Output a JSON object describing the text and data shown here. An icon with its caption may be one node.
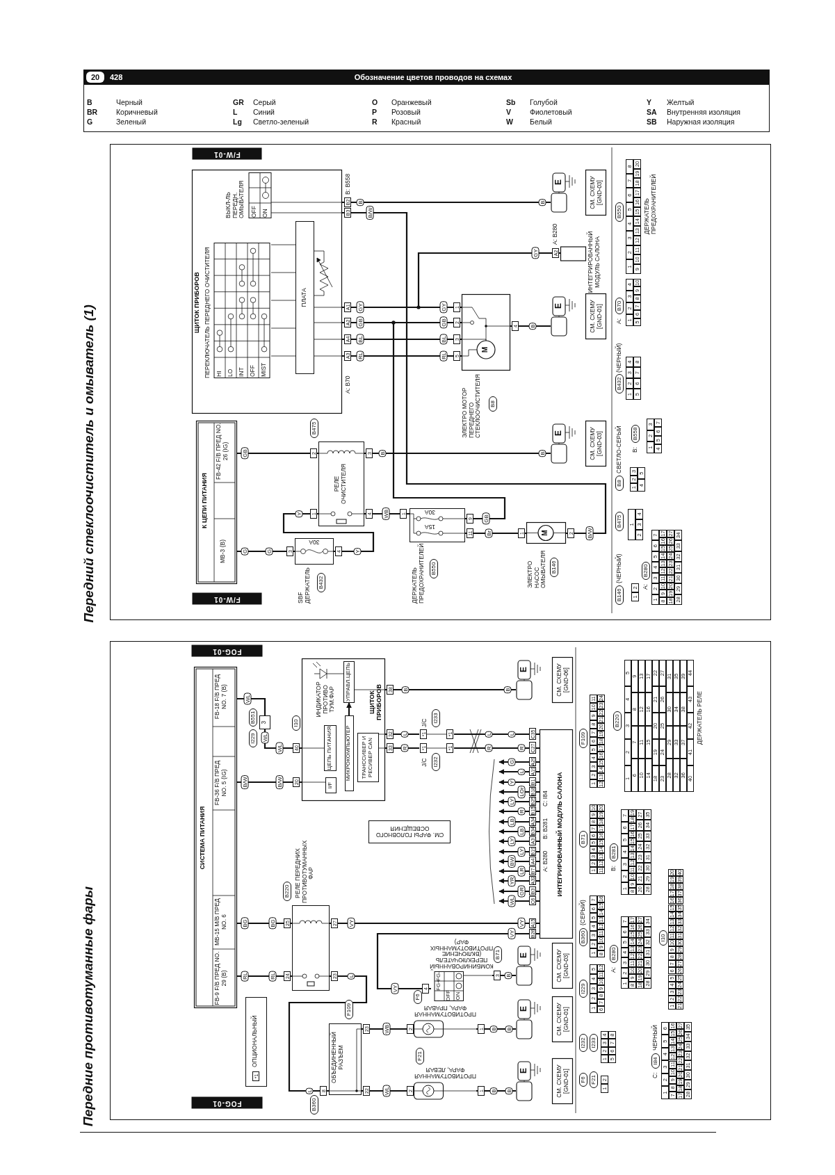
{
  "diagram": {
    "nodes": [
      {
        "text": [
          "ЩИТОК ПРИБОРОВ"
        ],
        "beside": [
          "B: B558",
          "B2",
          "B3",
          "A1",
          "A2",
          "A4",
          "A3",
          "A: B70"
        ]
      },
      {
        "text": [
          "ПЕРЕКЛЮЧАТЕЛЬ ПЕРЕДНЕГО ОЧИСТИТЕЛЯ",
          "HI",
          "LO",
          "INT",
          "OFF",
          "MIST"
        ],
        "in": 0
      },
      {
        "text": [
          "ВЫКЛ-ЛЬ ПЕРЕДН. ОМЫВАТЕЛЯ",
          "OFF",
          "ON"
        ],
        "in": 0
      },
      {
        "text": [
          "ПЛАТА"
        ],
        "in": 0
      },
      {
        "text": [
          "К ЦЕПИ ПИТАНИЯ",
          "MB-3 (B)",
          "FB-42 F/B ПРЕД NO. 26 (IG)"
        ]
      },
      {
        "text": [
          "30A"
        ],
        "beside": [
          "SBF ДЕРЖАТЕЛЬ",
          "B432",
          "3",
          "4"
        ]
      },
      {
        "text": [
          "РЕЛЕ ОЧИСТИТЕЛЯ"
        ],
        "beside": [
          "B475",
          "2",
          "1",
          "3",
          "4"
        ]
      },
      {
        "text": [
          "15A",
          "30A"
        ],
        "beside": [
          "ДЕРЖАТЕЛЬ ПРЕДОХРАНИТЕЛЕЙ",
          "B550",
          "1",
          "11",
          "9"
        ]
      },
      {
        "text": [
          "M"
        ],
        "beside": [
          "ЭЛЕКТРО МОТОР ПЕРЕДНЕГО СТЕКЛООЧИСТИТЕЛЯ",
          "B8",
          "1",
          "2",
          "3",
          "5",
          "4"
        ]
      },
      {
        "text": [
          "M"
        ],
        "beside": [
          "ЭЛЕКТРО НАСОС ОМЫВАТЕЛЯ",
          "B146",
          "1",
          "2"
        ]
      },
      {
        "text": [
          "E"
        ]
      },
      {
        "text": [
          "СМ. СХЕМУ [GND-03]"
        ]
      },
      {
        "text": [
          "ИНТЕГРИРОВАННЫЙ МОДУЛЬ САЛОНА"
        ],
        "beside": [
          "A: B280",
          "A2"
        ]
      },
      {
        "text": [
          "E"
        ]
      },
      {
        "text": [
          "СМ. СХЕМУ [GND-01]"
        ]
      },
      {
        "text": [
          "E"
        ]
      },
      {
        "text": [
          "СМ. СХЕМУ [GND-03]"
        ]
      },
      {
        "text": [
          "СИСТЕМА ПИТАНИЯ",
          "FB-9 F/B ПРЕД NO. 29 (B)",
          "MB-15 M/B ПРЕД NO. 6",
          "FB-36 F/B ПРЕД NO. 5 (IG)",
          "FB-18 F/B ПРЕД NO. 7 (B)"
        ]
      },
      {
        "text": [
          "*1",
          "ОПЦИОНАЛЬНЫЙ"
        ]
      },
      {
        "text": [
          "3"
        ],
        "beside": [
          "I229",
          "B551"
        ]
      },
      {
        "text": [
          "ЩИТОК ПРИБОРОВ",
          "ИНДИКАТОР ПРОТИВО ТУМ.ФАР"
        ],
        "beside": [
          "I10",
          "40",
          "20",
          "32",
          "33",
          "38"
        ]
      },
      {
        "text": [
          "УПРАВЛ.ЦЕПЬ"
        ],
        "in": 20
      },
      {
        "text": [
          "ЦЕПЬ ПИТАНИЯ"
        ],
        "in": 20
      },
      {
        "text": [
          "I/F"
        ],
        "in": 20
      },
      {
        "text": [
          "МИКРОКОМПЬЮТЕР"
        ],
        "in": 20
      },
      {
        "text": [
          "ТРАНССИВЕР И РЕСИВЕР CAN"
        ],
        "in": 20
      },
      {
        "text": [
          "РЕЛЕ ПЕРЕДНИХ ПРОТИВОТУМАННЫХ ФАР"
        ],
        "beside": [
          "B220",
          "25",
          "24",
          "27",
          "23"
        ]
      },
      {
        "text": [
          "ОБЪЕДИНЕННЫЙ РАЗЪЕМ"
        ],
        "beside": [
          "B360",
          "F109",
          "8",
          "22",
          "23"
        ]
      },
      {
        "text": [
          "ПРОТИВОТУМАННАЯ ФАРА, ЛЕВАЯ"
        ],
        "beside": [
          "F21",
          "2",
          "1"
        ]
      },
      {
        "text": [
          "ПРОТИВОТУМАННАЯ ФАРА, ПРАВАЯ"
        ],
        "beside": [
          "F6",
          "2",
          "1"
        ]
      },
      {
        "text": [
          "КОМБИНИРОВАННЫЙ ПЕРЕКЛЮЧАТЕЛЬ (ВКЛЮЧЕНИЕ ПРОТИВОТУМАННЫХ ФАР)",
          "FG+",
          "FG-",
          "OFF",
          "ON"
        ],
        "beside": [
          "B71",
          "4",
          "3"
        ]
      },
      {
        "text": [
          "*1",
          "*1"
        ],
        "beside": [
          "J/C",
          "I233"
        ]
      },
      {
        "text": [
          "*1",
          "*1"
        ],
        "beside": [
          "J/C",
          "I232"
        ]
      },
      {
        "text": [
          "A: B280",
          "B: B281",
          "C: I84",
          "ИНТЕГРИРОВАННЫЙ МОДУЛЬ САЛОНА"
        ],
        "beside": [
          "C35",
          "C27",
          "A29",
          "A19",
          "B1",
          "B18",
          "B25",
          "B15",
          "A34",
          "B34",
          "A3",
          "B19",
          "A4",
          "B7",
          "A32",
          "B3",
          "C6",
          "A15",
          "B26"
        ]
      },
      {
        "text": [
          "СМ. ФАРЫ ГОЛОВНОГО ОСВЕЩЕНИЯ"
        ]
      },
      {
        "text": [
          "E"
        ]
      },
      {
        "text": [
          "СМ. СХЕМУ [GND-06]"
        ]
      },
      {
        "text": [
          "E"
        ]
      },
      {
        "text": [
          "СМ. СХЕМУ [GND-03]"
        ]
      },
      {
        "text": [
          "E"
        ]
      },
      {
        "text": [
          "СМ. СХЕМУ [GND-01]"
        ]
      },
      {
        "text": [
          "E"
        ]
      },
      {
        "text": [
          "СМ. СХЕМУ [GND-01]"
        ]
      }
    ],
    "edges": [
      {
        "from": 4,
        "to": 5,
        "arrow": "none",
        "label": "G"
      },
      {
        "from": 5,
        "to": 6,
        "arrow": "none",
        "label": "Y"
      },
      {
        "from": 4,
        "to": 6,
        "arrow": "none",
        "label": "GB"
      },
      {
        "from": 6,
        "to": 15,
        "arrow": "none",
        "label": "B"
      },
      {
        "from": 6,
        "to": 7,
        "arrow": "none",
        "label": "WB"
      },
      {
        "from": 7,
        "to": 0,
        "arrow": "other",
        "label": "GB"
      },
      {
        "from": 0,
        "to": 8,
        "arrow": "none",
        "label": "GB"
      },
      {
        "from": 0,
        "to": 8,
        "arrow": "none",
        "label": "GY"
      },
      {
        "from": 0,
        "to": 8,
        "arrow": "none",
        "label": "BL"
      },
      {
        "from": 0,
        "to": 8,
        "arrow": "none",
        "label": "RL"
      },
      {
        "from": 0,
        "to": 12,
        "arrow": "none",
        "label": "GY"
      },
      {
        "from": 0,
        "to": 10,
        "arrow": "none",
        "label": "B"
      },
      {
        "from": 0,
        "to": 9,
        "arrow": "none",
        "label": "B/W"
      },
      {
        "from": 7,
        "to": 9,
        "arrow": "none",
        "label": "Br"
      },
      {
        "from": 8,
        "to": 13,
        "arrow": "none",
        "label": "B"
      },
      {
        "from": 17,
        "to": 26,
        "arrow": "none",
        "label": "RL"
      },
      {
        "from": 17,
        "to": 26,
        "arrow": "none",
        "label": "BG"
      },
      {
        "from": 26,
        "to": 33,
        "arrow": "none",
        "label": "VY"
      },
      {
        "from": 26,
        "to": 27,
        "arrow": "none",
        "label": "L"
      },
      {
        "from": 27,
        "to": 28,
        "arrow": "none",
        "label": "WL"
      },
      {
        "from": 27,
        "to": 29,
        "arrow": "none",
        "label": "WB"
      },
      {
        "from": 28,
        "to": 41,
        "arrow": "none",
        "label": "B"
      },
      {
        "from": 29,
        "to": 39,
        "arrow": "none",
        "label": "B"
      },
      {
        "from": 30,
        "to": 33,
        "arrow": "none",
        "label": "VY"
      },
      {
        "from": 30,
        "to": 37,
        "arrow": "none",
        "label": "B"
      },
      {
        "from": 17,
        "to": 20,
        "arrow": "none",
        "label": "B/W"
      },
      {
        "from": 17,
        "to": 19,
        "arrow": "none",
        "label": "WL"
      },
      {
        "from": 19,
        "to": 20,
        "arrow": "none",
        "label": "WL"
      },
      {
        "from": 20,
        "to": 31,
        "arrow": "none",
        "label": "L"
      },
      {
        "from": 31,
        "to": 33,
        "arrow": "none",
        "label": "L"
      },
      {
        "from": 20,
        "to": 32,
        "arrow": "none",
        "label": "R"
      },
      {
        "from": 32,
        "to": 33,
        "arrow": "none",
        "label": "R"
      },
      {
        "from": 20,
        "to": 35,
        "arrow": "none",
        "label": "B"
      },
      {
        "from": 33,
        "to": null,
        "arrow": "to",
        "label": "G"
      },
      {
        "from": 33,
        "to": null,
        "arrow": "to",
        "label": "L"
      },
      {
        "from": 33,
        "to": null,
        "arrow": "to",
        "label": "Y"
      },
      {
        "from": 33,
        "to": null,
        "arrow": "to",
        "label": "LOr"
      },
      {
        "from": 33,
        "to": null,
        "arrow": "to",
        "label": "LY"
      },
      {
        "from": 33,
        "to": null,
        "arrow": "to",
        "label": "R"
      },
      {
        "from": 33,
        "to": null,
        "arrow": "to",
        "label": "LB"
      },
      {
        "from": 33,
        "to": null,
        "arrow": "to",
        "label": "LB"
      },
      {
        "from": 33,
        "to": null,
        "arrow": "to",
        "label": "LY"
      },
      {
        "from": 33,
        "to": null,
        "arrow": "to",
        "label": "LY"
      },
      {
        "from": 33,
        "to": null,
        "arrow": "to",
        "label": "BW"
      },
      {
        "from": 33,
        "to": null,
        "arrow": "to",
        "label": "LR"
      },
      {
        "from": 33,
        "to": null,
        "arrow": "to",
        "label": "YR"
      },
      {
        "from": 33,
        "to": null,
        "arrow": "to",
        "label": "GR"
      },
      {
        "from": 33,
        "to": null,
        "arrow": "to",
        "label": "WL"
      },
      {
        "from": 24,
        "to": 21,
        "arrow": "to"
      }
    ],
    "labels": [
      "20",
      "428",
      "Обозначение цветов проводов на схемах",
      "B",
      "Черный",
      "GR",
      "Серый",
      "O",
      "Оранжевый",
      "Sb",
      "Голубой",
      "Y",
      "Желтый",
      "BR",
      "Коричневый",
      "L",
      "Синий",
      "P",
      "Розовый",
      "V",
      "Фиолетовый",
      "SA",
      "Внутренняя изоляция",
      "G",
      "Зеленый",
      "Lg",
      "Светло-зеленый",
      "R",
      "Красный",
      "W",
      "Белый",
      "SB",
      "Наружная изоляция",
      "Передний стеклоочиститель и омыватель (1)",
      "F/W-01",
      "F/W-01",
      "G",
      "Y",
      "B",
      "GY",
      "GB",
      "BL",
      "RL",
      "B",
      "B/W",
      "B550",
      "1",
      "2",
      "3",
      "4",
      "5",
      "6",
      "7",
      "8",
      "9",
      "10",
      "11",
      "12",
      "13",
      "14",
      "15",
      "16",
      "17",
      "18",
      "19",
      "20",
      "ДЕРЖАТЕЛЬ ПРЕДОХРАНИТЕЛЕЙ",
      "A:",
      "B70",
      "1",
      "2",
      "3",
      "4",
      "5",
      "6",
      "7",
      "8",
      "9",
      "10",
      "B432",
      "(ЧЕРНЫЙ)",
      "1",
      "2",
      "3",
      "4",
      "5",
      "6",
      "7",
      "8",
      "B8",
      "СВЕТЛО-СЕРЫЙ",
      "1",
      "2",
      "3",
      "4",
      "5",
      "B:",
      "B558",
      "1",
      "2",
      "3",
      "4",
      "5",
      "6",
      "7",
      "B475",
      "1",
      "2",
      "3",
      "4",
      "B146",
      "(ЧЕРНЫЙ)",
      "1",
      "2",
      "A:",
      "B280",
      "1",
      "2",
      "3",
      "4",
      "5",
      "6",
      "7",
      "8",
      "9",
      "10",
      "11",
      "12",
      "13",
      "14",
      "15",
      "16",
      "17",
      "18",
      "19",
      "20",
      "21",
      "22",
      "23",
      "24",
      "25",
      "26",
      "27",
      "28",
      "29",
      "30",
      "31",
      "32",
      "33",
      "34",
      "Передние противотуманные фары",
      "FOG-01",
      "FOG-01",
      "RL",
      "BG",
      "VY",
      "L",
      "B",
      "B",
      "VY",
      "B/W",
      "WL",
      "L",
      "R",
      "B",
      "F109",
      "1",
      "2",
      "3",
      "4",
      "5",
      "6",
      "7",
      "8",
      "9",
      "10",
      "11",
      "12",
      "13",
      "14",
      "15",
      "16",
      "17",
      "18",
      "19",
      "20",
      "21",
      "22",
      "23",
      "24",
      "B220",
      "1",
      "2",
      "3",
      "4",
      "5",
      "6",
      "7",
      "8",
      "9",
      "10",
      "11",
      "12",
      "13",
      "14",
      "15",
      "16",
      "17",
      "18",
      "19",
      "20",
      "21",
      "22",
      "23",
      "24",
      "25",
      "26",
      "27",
      "28",
      "29",
      "30",
      "31",
      "32",
      "33",
      "34",
      "35",
      "36",
      "37",
      "38",
      "39",
      "40",
      "41",
      "42",
      "43",
      "44",
      "ДЕРЖАТЕЛЬ РЕЛЕ",
      "B71",
      "1",
      "2",
      "3",
      "4",
      "5",
      "6",
      "7",
      "8",
      "9",
      "10",
      "11",
      "12",
      "13",
      "14",
      "15",
      "16",
      "17",
      "18",
      "19",
      "20",
      "B:",
      "B281",
      "1",
      "2",
      "3",
      "4",
      "5",
      "6",
      "7",
      "8",
      "9",
      "10",
      "11",
      "12",
      "13",
      "14",
      "15",
      "16",
      "17",
      "18",
      "19",
      "20",
      "21",
      "22",
      "23",
      "24",
      "25",
      "26",
      "27",
      "28",
      "29",
      "30",
      "31",
      "32",
      "33",
      "34",
      "35",
      "B360",
      "(СЕРЫЙ)",
      "1",
      "2",
      "3",
      "4",
      "5",
      "6",
      "7",
      "8",
      "9",
      "10",
      "11",
      "12",
      "13",
      "14",
      "15",
      "16",
      "A:",
      "B280",
      "1",
      "2",
      "3",
      "4",
      "5",
      "6",
      "7",
      "8",
      "9",
      "10",
      "11",
      "12",
      "13",
      "14",
      "15",
      "16",
      "17",
      "18",
      "19",
      "20",
      "21",
      "22",
      "23",
      "24",
      "25",
      "26",
      "27",
      "28",
      "29",
      "30",
      "31",
      "32",
      "33",
      "34",
      "I10",
      "1",
      "2",
      "3",
      "4",
      "5",
      "6",
      "7",
      "8",
      "9",
      "10",
      "11",
      "12",
      "13",
      "14",
      "15",
      "16",
      "17",
      "18",
      "19",
      "20",
      "21",
      "22",
      "23",
      "24",
      "25",
      "26",
      "27",
      "28",
      "29",
      "30",
      "31",
      "32",
      "33",
      "34",
      "35",
      "36",
      "37",
      "38",
      "39",
      "40",
      "I229",
      "1",
      "2",
      "3",
      "4",
      "5",
      "6",
      "7",
      "8",
      "9",
      "10",
      "11",
      "12",
      "I232",
      "I233",
      "1",
      "2",
      "3",
      "4",
      "5",
      "6",
      "7",
      "8",
      "F6",
      "F21",
      "1",
      "2",
      "C:",
      "I84",
      "ЧЕРНЫЙ",
      "1",
      "2",
      "3",
      "4",
      "5",
      "6",
      "7",
      "8",
      "9",
      "10",
      "11",
      "12",
      "13",
      "14",
      "15",
      "16",
      "17",
      "18",
      "19",
      "20",
      "21",
      "22",
      "23",
      "24",
      "25",
      "26",
      "27",
      "28",
      "29",
      "30",
      "31",
      "32",
      "33",
      "34",
      "35"
    ]
  }
}
